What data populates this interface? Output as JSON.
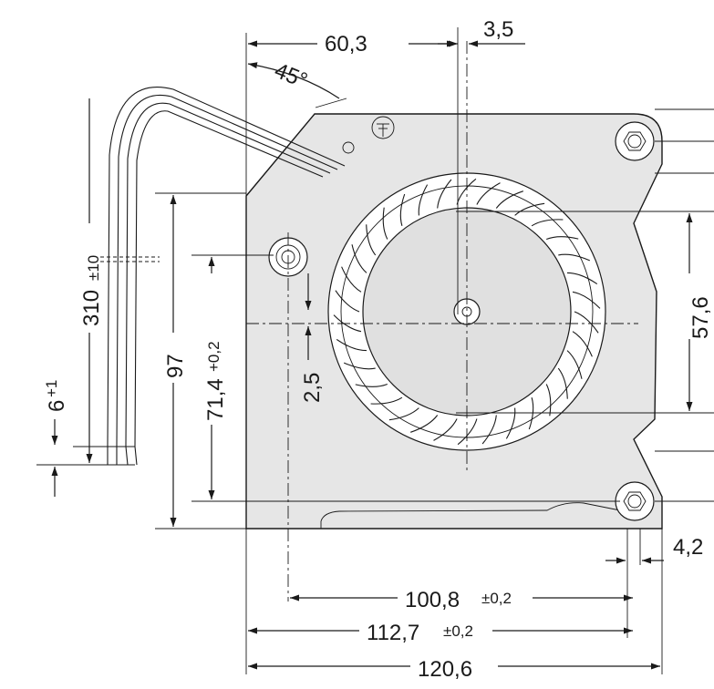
{
  "dimensions": {
    "width_to_hub": "60,3",
    "hub_offset": "3,5",
    "inlet_angle": "45°",
    "cable_length": "310",
    "cable_length_tol": "±10",
    "strip_length": "6",
    "strip_length_tol": "+1",
    "height_total": "97",
    "hole_spacing_v": "71,4",
    "hole_spacing_v_tol": "+0,2",
    "hub_vertical_offset": "2,5",
    "outlet_height": "57,6",
    "hole_spacing_h": "100,8",
    "hole_spacing_h_tol": "±0,2",
    "hole_span": "112,7",
    "hole_span_tol": "±0,2",
    "overall_width": "120,6",
    "right_offset": "4,2"
  },
  "symbols": {
    "ground": "ground-symbol-icon"
  },
  "colors": {
    "housing": "#e6e6e6",
    "line": "#1a1a1a",
    "background": "#ffffff"
  }
}
